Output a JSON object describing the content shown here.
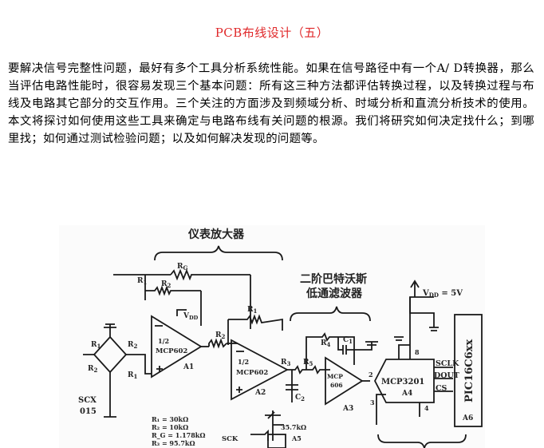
{
  "title": "PCB布线设计（五）",
  "paragraph": "要解决信号完整性问题，最好有多个工具分析系统性能。如果在信号路径中有一个A/ D转换器，那么当评估电路性能时，很容易发现三个基本问题：所有这三种方法都评估转换过程，以及转换过程与布线及电路其它部分的交互作用。三个关注的方面涉及到频域分析、时域分析和直流分析技术的使用。本文将探讨如何使用这些工具来确定与电路布线有关问题的根源。我们将研究如何决定找什么；到哪里找；如何通过测试检验问题；以及如何解决发现的问题等。",
  "figure": {
    "section_labels": {
      "inst_amp": "仪表放大器",
      "filter_line1": "二阶巴特沃斯",
      "filter_line2": "低通滤波器"
    },
    "components": {
      "rg": "R",
      "rg_sub": "G",
      "r1_left": "R",
      "r1_sub": "1",
      "r2_top": "R",
      "r2_sub": "2",
      "r1_right": "R",
      "r2_mid": "R",
      "vdd_left": "V",
      "vdd_sub": "DD",
      "amp1_line1": "1/2",
      "amp1_line2": "MCP602",
      "amp1_ref": "A1",
      "amp2_line1": "1/2",
      "amp2_line2": "MCP602",
      "amp2_ref": "A2",
      "bridge_r1a": "R",
      "bridge_r1b": "R",
      "bridge_r2a": "R",
      "bridge_r2b": "R",
      "sensor": "SCX",
      "sensor2": "015",
      "r3": "R",
      "r3_sub": "3",
      "r4": "R",
      "r4_sub": "4",
      "r5": "R",
      "r5_sub": "5",
      "c1": "C",
      "c1_sub": "1",
      "c2": "C",
      "c2_sub": "2",
      "amp3_line1": "MCP",
      "amp3_line2": "606",
      "amp3_ref": "A3",
      "adc": "MCP3201",
      "adc_ref": "A4",
      "vdd_right": "V",
      "vdd_right_sub": "DD",
      "vdd_right_val": " = 5V",
      "pin2": "2",
      "pin3": "3",
      "pin4": "4",
      "pin8": "8",
      "sclk": "SCLK",
      "dout": "DOUT",
      "cs": "CS",
      "mcu": "PIC16C6xx",
      "mcu_ref": "A6",
      "res_35k": "35.7kΩ",
      "a5": "A5",
      "sck": "SCK"
    },
    "values_list": [
      "R₁ = 30kΩ",
      "R₂ = 10kΩ",
      "R_G = 1.178kΩ",
      "R₃ = 95.7kΩ"
    ]
  }
}
